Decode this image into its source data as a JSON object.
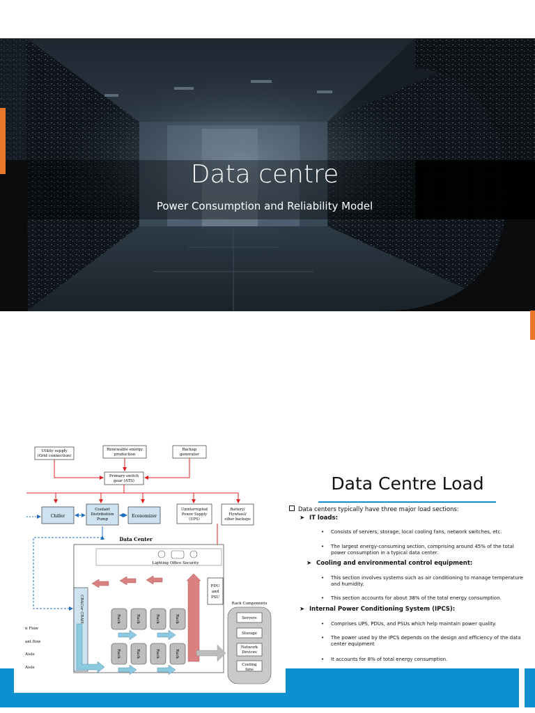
{
  "slide1": {
    "title": "Data centre",
    "subtitle": "Power Consumption and Reliability Model"
  },
  "slide2": {
    "title": "Data Centre Load",
    "intro": "Data centers typically have three major load sections:",
    "sections": [
      {
        "heading": "IT loads",
        "heading_suffix": ":",
        "bullets": [
          "Consists of servers, storage, local cooling fans, network switches, etc.",
          "The largest energy-consuming section, comprising around 45% of the total power consumption in a typical data center."
        ]
      },
      {
        "heading": "Cooling and environmental control equipment",
        "heading_suffix": ":",
        "bullets": [
          "This section involves systems such as air conditioning to manage temperature and humidity.",
          "This section accounts for about 38% of the total energy consumption."
        ]
      },
      {
        "heading": "Internal Power Conditioning System (IPCS)",
        "heading_suffix": ":",
        "bullets": [
          "Comprises UPS, PDUs, and PSUs which help maintain power quality.",
          "The power used by the IPCS depends on the design and efficiency of the data center equipment",
          "It accounts for 8% of total energy consumption."
        ]
      }
    ],
    "diagram": {
      "utility": [
        "Utility supply",
        "(Grid connection)"
      ],
      "renewable": [
        "Renewable energy",
        "production"
      ],
      "backup": [
        "Backup",
        "generator"
      ],
      "ats": [
        "Primary switch",
        "gear (ATS)"
      ],
      "chiller": "Chiller",
      "pump": [
        "Coolant",
        "Distribution",
        "Pump"
      ],
      "economizer": "Economizer",
      "ups": [
        "Uninterrupted",
        "Power Supply",
        "(UPS)"
      ],
      "battery": [
        "Battery/",
        "Flywheel/",
        "other backups"
      ],
      "data_center_label": "Data Center",
      "lighting_label": "Lighting Office Security",
      "pdu": [
        "PDU",
        "and",
        "PSU"
      ],
      "crac": "CRACor CRAH",
      "rack": "Rack",
      "rack_components_label": "Rack Components",
      "components": [
        "Servers",
        "Storage",
        "Network Devices",
        "Cooling fans"
      ],
      "legend_fragments": [
        "n Flow",
        "ant flow",
        "Aisle",
        "Aisle"
      ]
    }
  },
  "colors": {
    "accent_orange": "#e8762b",
    "accent_blue": "#0d8fd0",
    "diagram_red": "#e02020",
    "diagram_blue": "#1f6fc0",
    "box_fill": "#cde3f0",
    "pink_arrow": "#d98080"
  }
}
